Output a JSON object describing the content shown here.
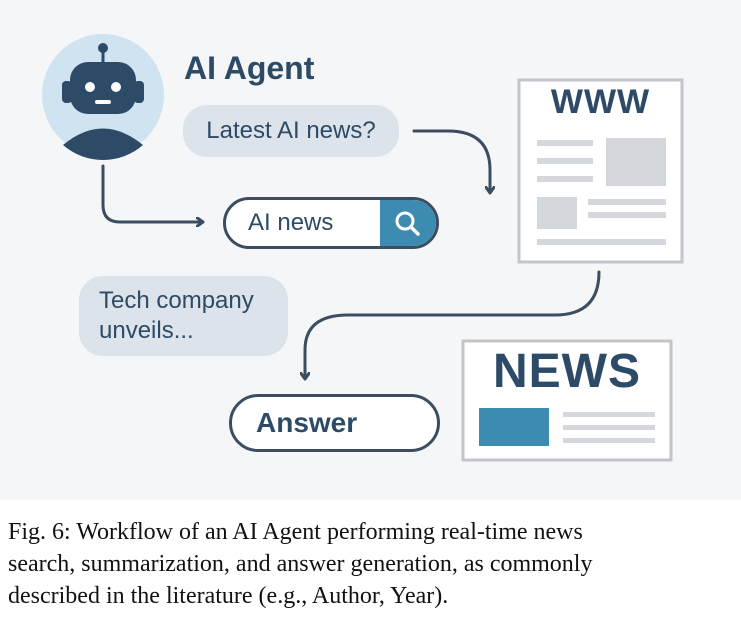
{
  "diagram": {
    "agent_label": "AI Agent",
    "query_bubble": "Latest AI news?",
    "search_query": "AI news",
    "website_label": "WWW",
    "snippet_lines": [
      "Tech company",
      "unveils..."
    ],
    "news_label": "NEWS",
    "answer_label": "Answer"
  },
  "caption": {
    "lines": [
      "Fig. 6: Workflow of an AI Agent performing real-time news",
      "search, summarization, and answer generation, as commonly",
      "described in the literature (e.g., Author, Year)."
    ]
  },
  "colors": {
    "primary": "#2d4a66",
    "accent": "#3d8bb0",
    "bubble": "#dce3ea",
    "avatar_bg": "#cfe3f1",
    "background": "#f5f6f8"
  },
  "icons": [
    "robot-icon",
    "search-icon",
    "arrow-icon"
  ]
}
